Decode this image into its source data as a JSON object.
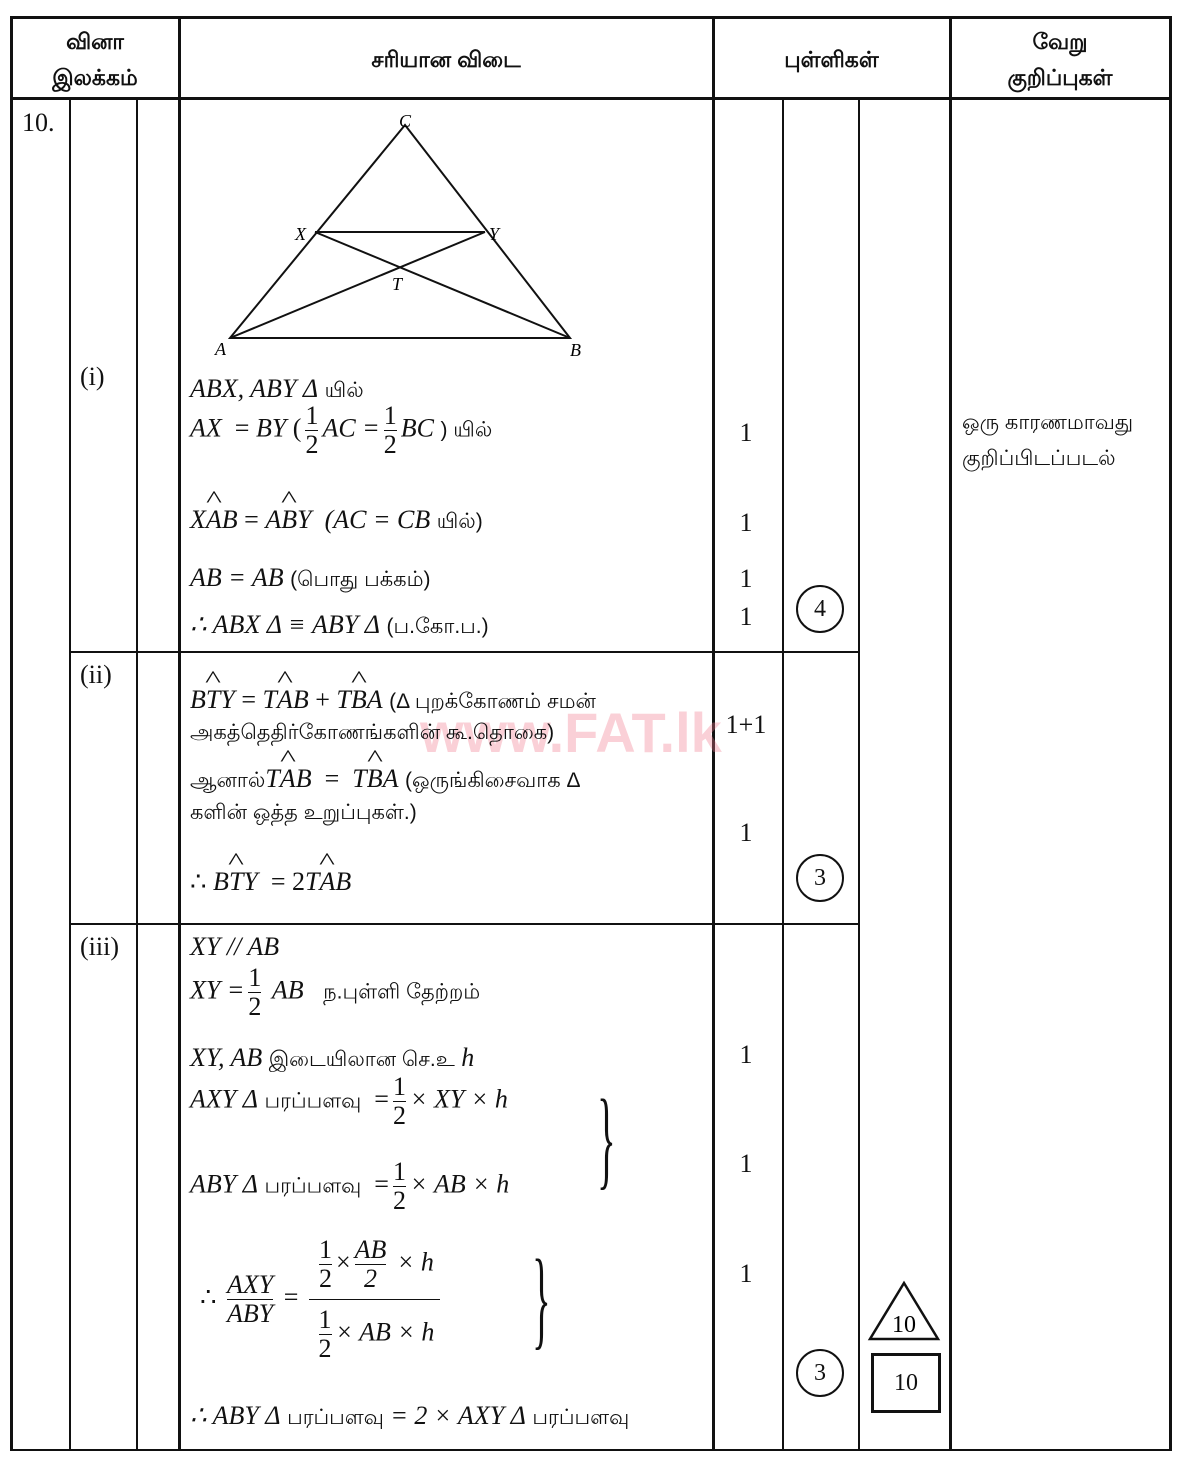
{
  "header": {
    "q_no_1": "வினா",
    "q_no_2": "இலக்கம்",
    "answer": "சரியான விடை",
    "marks": "புள்ளிகள்",
    "remarks_1": "வேறு",
    "remarks_2": "குறிப்புகள்"
  },
  "question_number": "10.",
  "watermark": "www.FAT.lk",
  "diagram": {
    "labels": {
      "A": "A",
      "B": "B",
      "C": "C",
      "X": "X",
      "Y": "Y",
      "T": "T"
    }
  },
  "part_i": {
    "label": "(i)",
    "l1": {
      "m": "ABX, ABY Δ",
      "t": "யில்"
    },
    "l2": {
      "a": "AX",
      "eq": "=",
      "b": "BY",
      "p": "(",
      "n": "1",
      "d": "2",
      "c": "AC =",
      "c2": "BC",
      "t": ") யில்"
    },
    "l3": {
      "a": "XAB",
      "eq": "=",
      "b": "ABY",
      "p": "(AC = CB",
      "t": "யில்)"
    },
    "l4": {
      "m": "AB  =  AB",
      "t": "(பொது பக்கம்)"
    },
    "l5": {
      "m": "∴ ABX  Δ ≡  ABY  Δ",
      "t": "(ப.கோ.ப.)"
    },
    "marks": [
      "1",
      "1",
      "1",
      "1"
    ],
    "total": "4"
  },
  "part_ii": {
    "label": "(ii)",
    "l1": {
      "a": "BTY",
      "eq": "=",
      "b": "TAB",
      "plus": "+",
      "c": "TBA",
      "t": "(Δ புறக்கோணம் சமன்"
    },
    "l2": {
      "t": "அகத்தெதிர்கோணங்களின் கூ.தொகை)"
    },
    "l3": {
      "t": "ஆனால்",
      "a": "TAB",
      "eq": "=",
      "b": "TBA",
      "t2": "(ஒருங்கிசைவாக Δ"
    },
    "l4": {
      "t": "களின் ஒத்த உறுப்புகள்.)"
    },
    "l5": {
      "pre": "∴",
      "a": "BTY",
      "eq": "= 2",
      "b": "TAB"
    },
    "marks": [
      "1+1",
      "1"
    ],
    "total": "3"
  },
  "part_iii": {
    "label": "(iii)",
    "l1": {
      "m": "XY // AB"
    },
    "l2": {
      "a": "XY =",
      "n": "1",
      "d": "2",
      "b": "AB",
      "t": "ந.புள்ளி தேற்றம்"
    },
    "l3": {
      "m": "XY, AB",
      "t": "இடையிலான செ.உ",
      "h": "h"
    },
    "l4": {
      "a": "AXY  Δ",
      "t": "பரப்பளவு",
      "eq": "=",
      "n": "1",
      "d": "2",
      "b": "×  XY  × h"
    },
    "l5": {
      "a": "ABY  Δ",
      "t": "பரப்பளவு",
      "eq": "=",
      "n": "1",
      "d": "2",
      "b": "× AB  × h"
    },
    "l6": {
      "pre": "∴",
      "fn": "AXY",
      "fd": "ABY",
      "eq": "=",
      "n1": "1",
      "d1": "2",
      "x1": "×",
      "n2": "AB",
      "d2": "2",
      "h1": "× h",
      "n3": "1",
      "d3": "2",
      "x3": "× AB  × h"
    },
    "l7": {
      "a": "∴ ABY  Δ",
      "t": "பரப்பளவு",
      "b": "= 2 × AXY Δ",
      "t2": "பரப்பளவு"
    },
    "marks": [
      "1",
      "1",
      "1"
    ],
    "total": "3"
  },
  "question_total_triangle": "10",
  "question_total_box": "10",
  "remarks": {
    "l1": "ஒரு காரணமாவது",
    "l2": "குறிப்பிடப்படல்"
  }
}
